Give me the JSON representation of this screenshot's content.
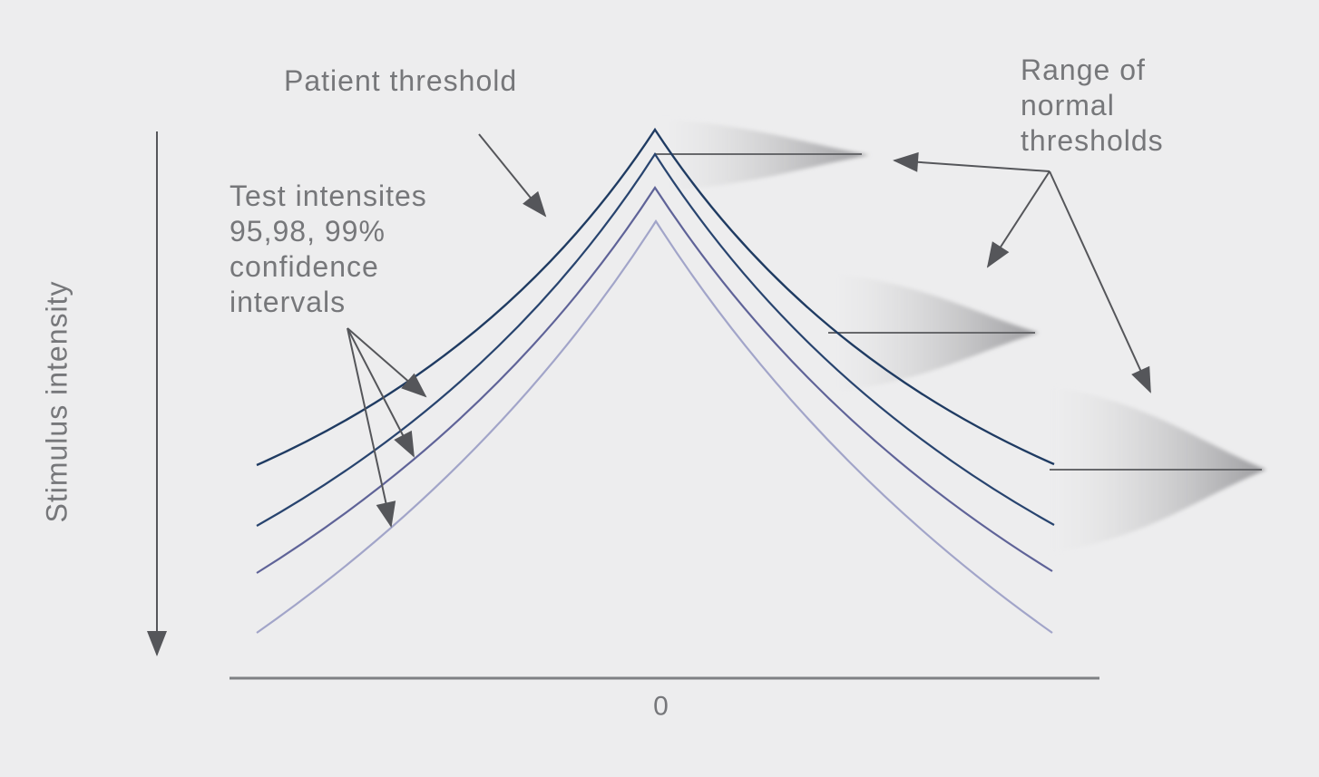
{
  "labels": {
    "patient_threshold": "Patient threshold",
    "test_intensities_lines": [
      "Test intensites",
      "95,98, 99%",
      "confidence",
      "intervals"
    ],
    "range_normal_lines": [
      "Range of",
      "normal",
      "thresholds"
    ],
    "stimulus_axis": "Stimulus intensity",
    "x_axis_zero": "0"
  },
  "curves": [
    {
      "name": "patient-threshold-curve",
      "color": "#1f3b62"
    },
    {
      "name": "confidence-95-curve",
      "color": "#28446f"
    },
    {
      "name": "confidence-98-curve",
      "color": "#5f6398"
    },
    {
      "name": "confidence-99-curve",
      "color": "#a2a5c9"
    }
  ],
  "distributions": [
    {
      "name": "normal-range-distribution-center"
    },
    {
      "name": "normal-range-distribution-mid-periphery"
    },
    {
      "name": "normal-range-distribution-periphery"
    }
  ],
  "colors": {
    "background": "#ededee",
    "annotation_arrow": "#55565a",
    "axis_line": "#7f8184",
    "distribution_line": "#67686b",
    "distribution_tip": "#9d9da0",
    "text": "#76777a"
  }
}
